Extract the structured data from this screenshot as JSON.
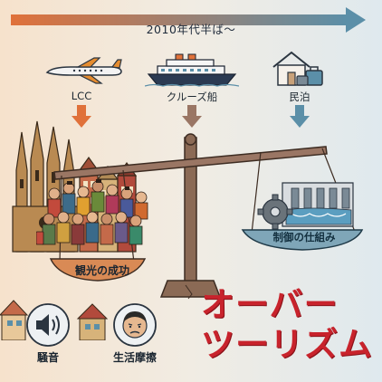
{
  "timeline": {
    "label": "2010年代半ば〜"
  },
  "sources": [
    {
      "label": "LCC",
      "icon": "airplane-icon"
    },
    {
      "label": "クルーズ船",
      "icon": "cruise-ship-icon"
    },
    {
      "label": "民泊",
      "icon": "house-luggage-icon"
    }
  ],
  "scale": {
    "left_tray_label": "観光の成功",
    "right_tray_label": "制御の仕組み"
  },
  "impacts": [
    {
      "label": "騒音",
      "icon": "speaker-icon"
    },
    {
      "label": "生活摩擦",
      "icon": "stressed-face-icon"
    }
  ],
  "title": {
    "line1": "オーバー",
    "line2": "ツーリズム"
  },
  "colors": {
    "arrow_start": "#e0713a",
    "arrow_end": "#5b8fa8",
    "title_red": "#c8232c",
    "scale_brown": "#8b6a55"
  }
}
